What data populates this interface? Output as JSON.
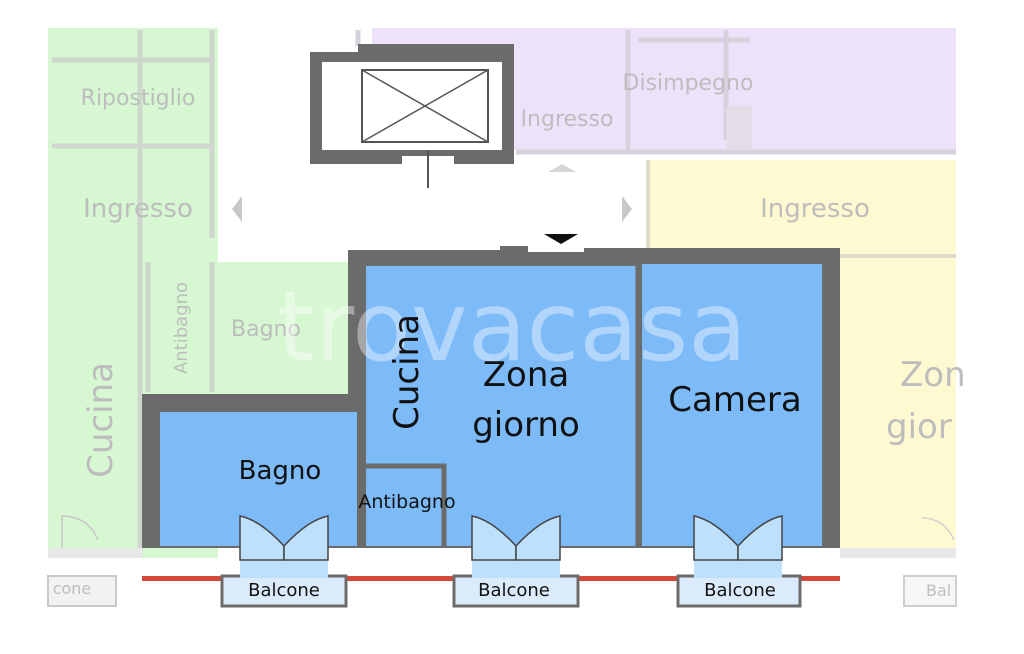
{
  "colors": {
    "active_fill": "#7DBAF8",
    "green_unit": "#D6F7D2",
    "purple_unit": "#ECE2FA",
    "yellow_unit": "#FFF9D1",
    "wall": "#6B6B6B",
    "balcony_edge": "#D44A3A",
    "balcony_fill": "#DCEBFB"
  },
  "watermark": "trovacasa",
  "labels": {
    "ripostiglio": "Ripostiglio",
    "ingresso_left": "Ingresso",
    "antibagno_left": "Antibagno",
    "bagno_left": "Bagno",
    "cucina_left": "Cucina",
    "balcone_left": "cone",
    "disimpegno_top": "Disimpegno",
    "ingresso_top": "Ingresso",
    "ingresso_right": "Ingresso",
    "zona_right_1": "Zon",
    "zona_right_2": "gior",
    "balcone_right": "Bal",
    "cucina": "Cucina",
    "zona_1": "Zona",
    "zona_2": "giorno",
    "camera": "Camera",
    "bagno": "Bagno",
    "antibagno": "Antibagno",
    "balcone_1": "Balcone",
    "balcone_2": "Balcone",
    "balcone_3": "Balcone"
  }
}
